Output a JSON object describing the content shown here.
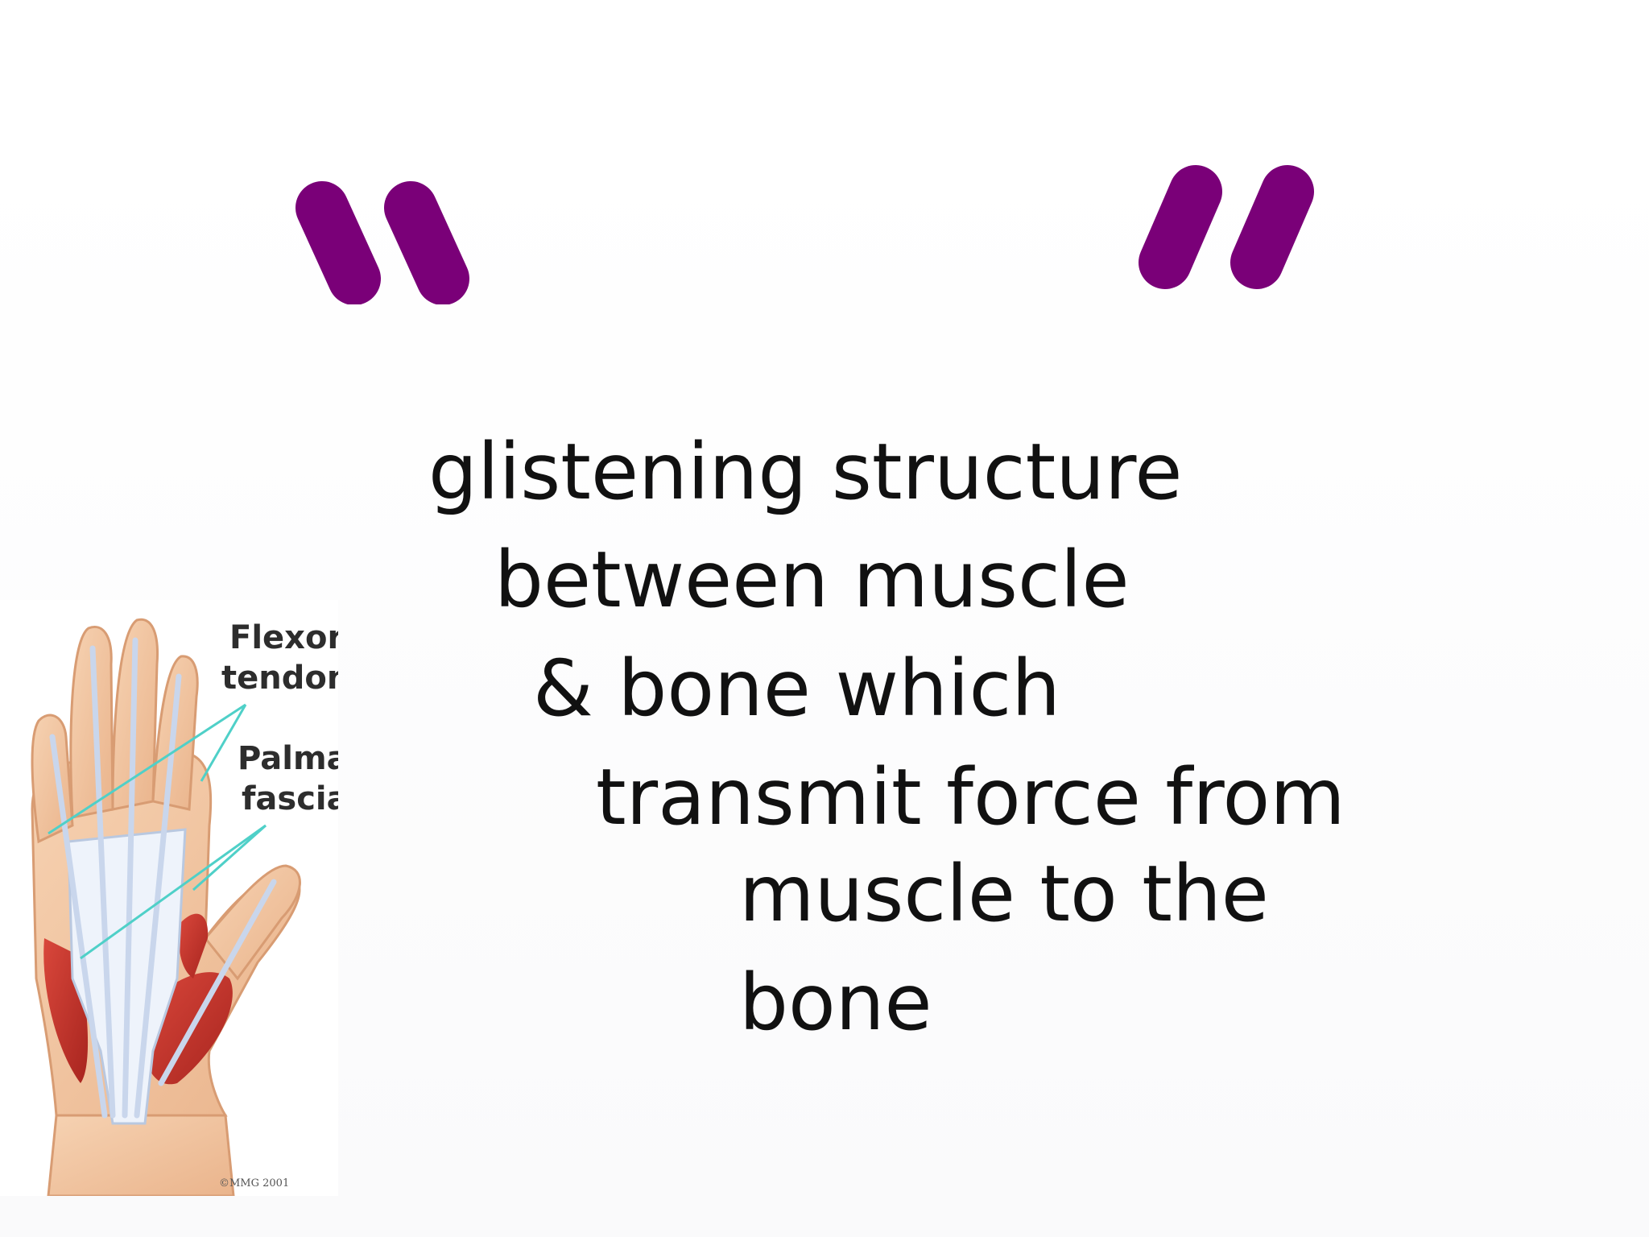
{
  "quote": {
    "lines": [
      "glistening structure",
      "between muscle",
      "& bone which",
      "transmit force from",
      "muscle to the",
      "bone"
    ],
    "mark_color": "#7a0078"
  },
  "illustration": {
    "label_flexor_line1": "Flexor",
    "label_flexor_line2": "tendons",
    "label_palmar_line1": "Palmar",
    "label_palmar_line2": "fascia",
    "credit": "©MMG 2001"
  }
}
